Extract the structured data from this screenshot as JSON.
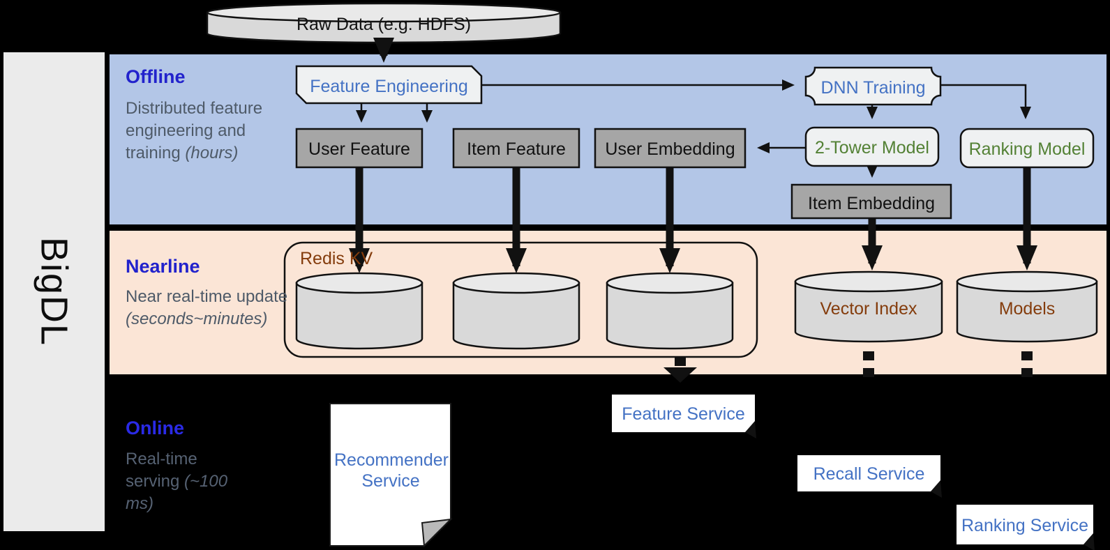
{
  "brand": {
    "label": "BigDL"
  },
  "raw_data": {
    "label": "Raw Data (e.g. HDFS)"
  },
  "sections": {
    "offline": {
      "title": "Offline",
      "subtitle": "Distributed feature engineering and training",
      "subtitle_note": "(hours)",
      "nodes": {
        "feature_engineering": "Feature Engineering",
        "dnn_training": "DNN Training",
        "user_feature": "User Feature",
        "item_feature": "Item Feature",
        "user_embedding": "User Embedding",
        "two_tower_model": "2-Tower Model",
        "ranking_model": "Ranking Model",
        "item_embedding": "Item Embedding"
      }
    },
    "nearline": {
      "title": "Nearline",
      "subtitle": "Near real-time update",
      "subtitle_note": "(seconds~minutes)",
      "nodes": {
        "redis_kv": "Redis KV",
        "vector_index": "Vector Index",
        "models": "Models"
      }
    },
    "online": {
      "title": "Online",
      "subtitle": "Real-time serving",
      "subtitle_note": "(~100 ms)",
      "nodes": {
        "recommender_service": "Recommender Service",
        "feature_service": "Feature Service",
        "recall_service": "Recall Service",
        "ranking_service": "Ranking Service"
      }
    }
  },
  "colors": {
    "band_blue": "#b3c6e7",
    "band_peach": "#fbe5d6",
    "title_blue": "#2222cc",
    "title_blue_online": "#2a2ae6",
    "subtitle_gray": "#4e5a68",
    "subtitle_gray_dark": "#566273",
    "node_blue": "#4472c4",
    "node_green": "#538135",
    "node_brown": "#843c0c",
    "box_gray": "#a6a6a6",
    "box_light": "#eff1f2",
    "cylinder_fill": "#d9d9d9",
    "cylinder_top": "#e9e9e9"
  }
}
